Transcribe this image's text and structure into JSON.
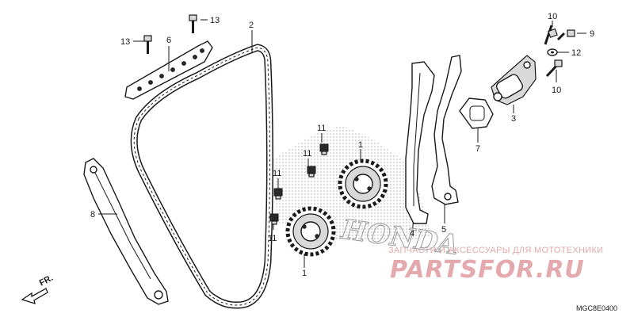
{
  "diagram": {
    "reference_code": "MGC8E0400",
    "front_arrow_label": "FR.",
    "honda_logo_text": "HONDA",
    "callouts": [
      {
        "id": "c13a",
        "label": "13"
      },
      {
        "id": "c13b",
        "label": "13"
      },
      {
        "id": "c6",
        "label": "6"
      },
      {
        "id": "c2",
        "label": "2"
      },
      {
        "id": "c8",
        "label": "8"
      },
      {
        "id": "c11a",
        "label": "11"
      },
      {
        "id": "c11b",
        "label": "11"
      },
      {
        "id": "c11c",
        "label": "11"
      },
      {
        "id": "c11d",
        "label": "11"
      },
      {
        "id": "c1a",
        "label": "1"
      },
      {
        "id": "c1b",
        "label": "1"
      },
      {
        "id": "c4",
        "label": "4"
      },
      {
        "id": "c5",
        "label": "5"
      },
      {
        "id": "c7",
        "label": "7"
      },
      {
        "id": "c3",
        "label": "3"
      },
      {
        "id": "c10a",
        "label": "10"
      },
      {
        "id": "c9",
        "label": "9"
      },
      {
        "id": "c12",
        "label": "12"
      },
      {
        "id": "c10b",
        "label": "10"
      }
    ]
  },
  "watermark": {
    "tagline": "ЗАПЧАСТИ И АКСЕССУАРЫ ДЛЯ МОТОТЕХНИКИ",
    "logo_text": "PARTSFOR.RU",
    "color": "#e3a9ad"
  }
}
